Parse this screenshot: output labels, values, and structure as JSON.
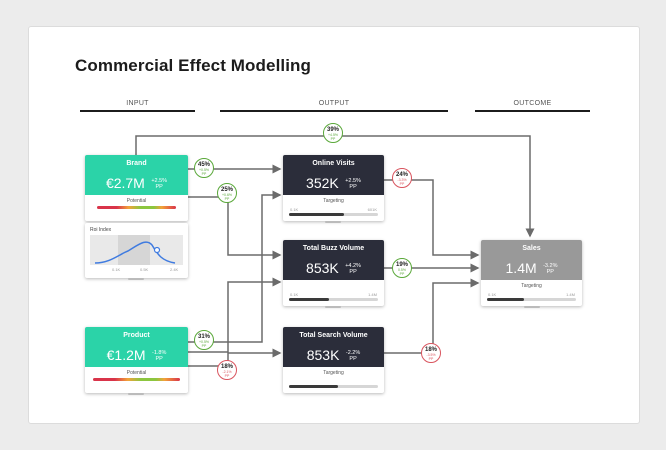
{
  "page": {
    "title": "Commercial Effect Modelling"
  },
  "columns": {
    "input": "INPUT",
    "output": "OUTPUT",
    "outcome": "OUTCOME"
  },
  "cards": {
    "brand": {
      "name": "Brand",
      "value": "€2.7M",
      "delta": "+2.5%",
      "unit": "PP",
      "sub_label": "Potential",
      "mini_chart_title": "Roi Index",
      "mini_ticks": [
        "0.1K",
        "0.5K",
        "2.4K"
      ]
    },
    "product": {
      "name": "Product",
      "value": "€1.2M",
      "delta": "-1.8%",
      "unit": "PP",
      "sub_label": "Potential"
    },
    "online_visits": {
      "name": "Online Visits",
      "value": "352K",
      "delta": "+2.5%",
      "unit": "PP",
      "sub_label": "Targeting",
      "tick_min": "0.1K",
      "tick_max": "601K",
      "fill": 0.62
    },
    "buzz_volume": {
      "name": "Total Buzz Volume",
      "value": "853K",
      "delta": "+4.2%",
      "unit": "PP",
      "sub_label": "Targeting",
      "tick_min": "0.1K",
      "tick_max": "1.4M",
      "fill": 0.45
    },
    "search_volume": {
      "name": "Total Search Volume",
      "value": "853K",
      "delta": "-2.2%",
      "unit": "PP",
      "sub_label": "Targeting",
      "tick_min": "",
      "tick_max": "",
      "fill": 0.55
    },
    "sales": {
      "name": "Sales",
      "value": "1.4M",
      "delta": "-3.2%",
      "unit": "PP",
      "sub_label": "Targeting",
      "tick_min": "0.1K",
      "tick_max": "1.4M",
      "fill": 0.42
    }
  },
  "circles": [
    {
      "pct": "39%",
      "delta": "+4.5%",
      "unit": "PP",
      "color": "green"
    },
    {
      "pct": "45%",
      "delta": "+0.5%",
      "unit": "PP",
      "color": "green"
    },
    {
      "pct": "25%",
      "delta": "+0.6%",
      "unit": "PP",
      "color": "green"
    },
    {
      "pct": "24%",
      "delta": "-3.3%",
      "unit": "PP",
      "color": "red"
    },
    {
      "pct": "19%",
      "delta": "0.5%",
      "unit": "PP",
      "color": "green"
    },
    {
      "pct": "31%",
      "delta": "+0.5%",
      "unit": "PP",
      "color": "green"
    },
    {
      "pct": "18%",
      "delta": "-2.1%",
      "unit": "PP",
      "color": "red"
    },
    {
      "pct": "18%",
      "delta": "-3.5%",
      "unit": "PP",
      "color": "red"
    }
  ],
  "colors": {
    "teal": "#2bd3a8",
    "dark": "#2b2d3a",
    "gray": "#999999",
    "green": "#5aa83a",
    "red": "#d9545e",
    "wire": "#6b6b6b"
  }
}
